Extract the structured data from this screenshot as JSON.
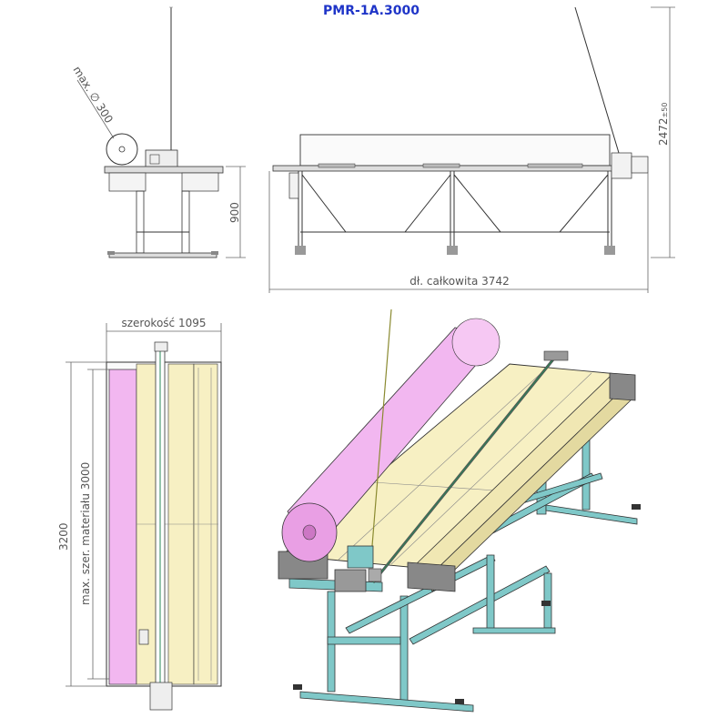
{
  "title": "PMR-1A.3000",
  "dimensions": {
    "roll_diameter": "max. ∅ 300",
    "side_height": "900",
    "total_height": "2472",
    "total_height_tolerance": "±50",
    "total_length": "dł. całkowita 3742",
    "width": "szerokość 1095",
    "length": "3200",
    "max_material_width": "max. szer. materiału 3000"
  },
  "colors": {
    "title": "#1f35c8",
    "frame": "#7fc8c8",
    "material_roll": "#f2b7f0",
    "table_surface": "#f7f0c3",
    "dimension_lines": "#666666"
  }
}
